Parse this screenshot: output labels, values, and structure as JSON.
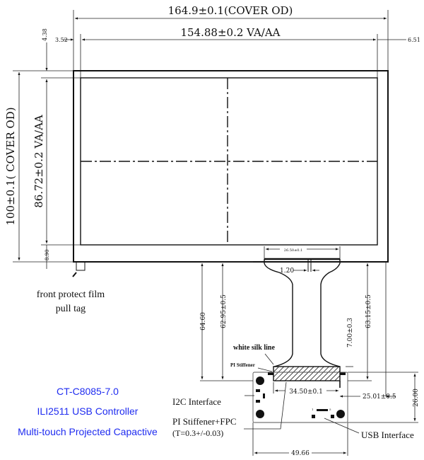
{
  "dimensions": {
    "cover_width": "164.9±0.1(COVER OD)",
    "va_width": "154.88±0.2  VA/AA",
    "left_margin": "3.52",
    "right_margin": "6.51",
    "top_margin": "4.38",
    "cover_height": "100±0.1( COVER OD)",
    "va_height": "86.72±0.2 VA/AA",
    "bottom_margin": "8.90",
    "fpc_top_width": "26.50±0.1",
    "fpc_gap": "1.20",
    "fpc_len_1": "64.60",
    "fpc_len_2": "62.95±0.5",
    "fpc_len_3": "63.15±0.5",
    "stiffener_height": "7.00±0.3",
    "stiffener_width": "34.50±0.1",
    "fpc_offset": "25.01±0.5",
    "pcb_height": "26.00",
    "pcb_width": "49.66"
  },
  "labels": {
    "pull_tag_line1": "front protect film",
    "pull_tag_line2": "pull tag",
    "white_silk": "white silk line",
    "pi_stiffener": "PI Stiffener",
    "i2c": "I2C Interface",
    "pi_fpc_line1": "PI Stiffener+FPC",
    "pi_fpc_line2": "(T=0.3+/-0.03)",
    "usb": "USB Interface",
    "pin1": "1",
    "pin5": "5"
  },
  "product": {
    "model": "CT-C8085-7.0",
    "controller": "ILI2511 USB Controller",
    "type": "Multi-touch Projected Capactive"
  },
  "colors": {
    "accent": "#1f2cf0"
  }
}
